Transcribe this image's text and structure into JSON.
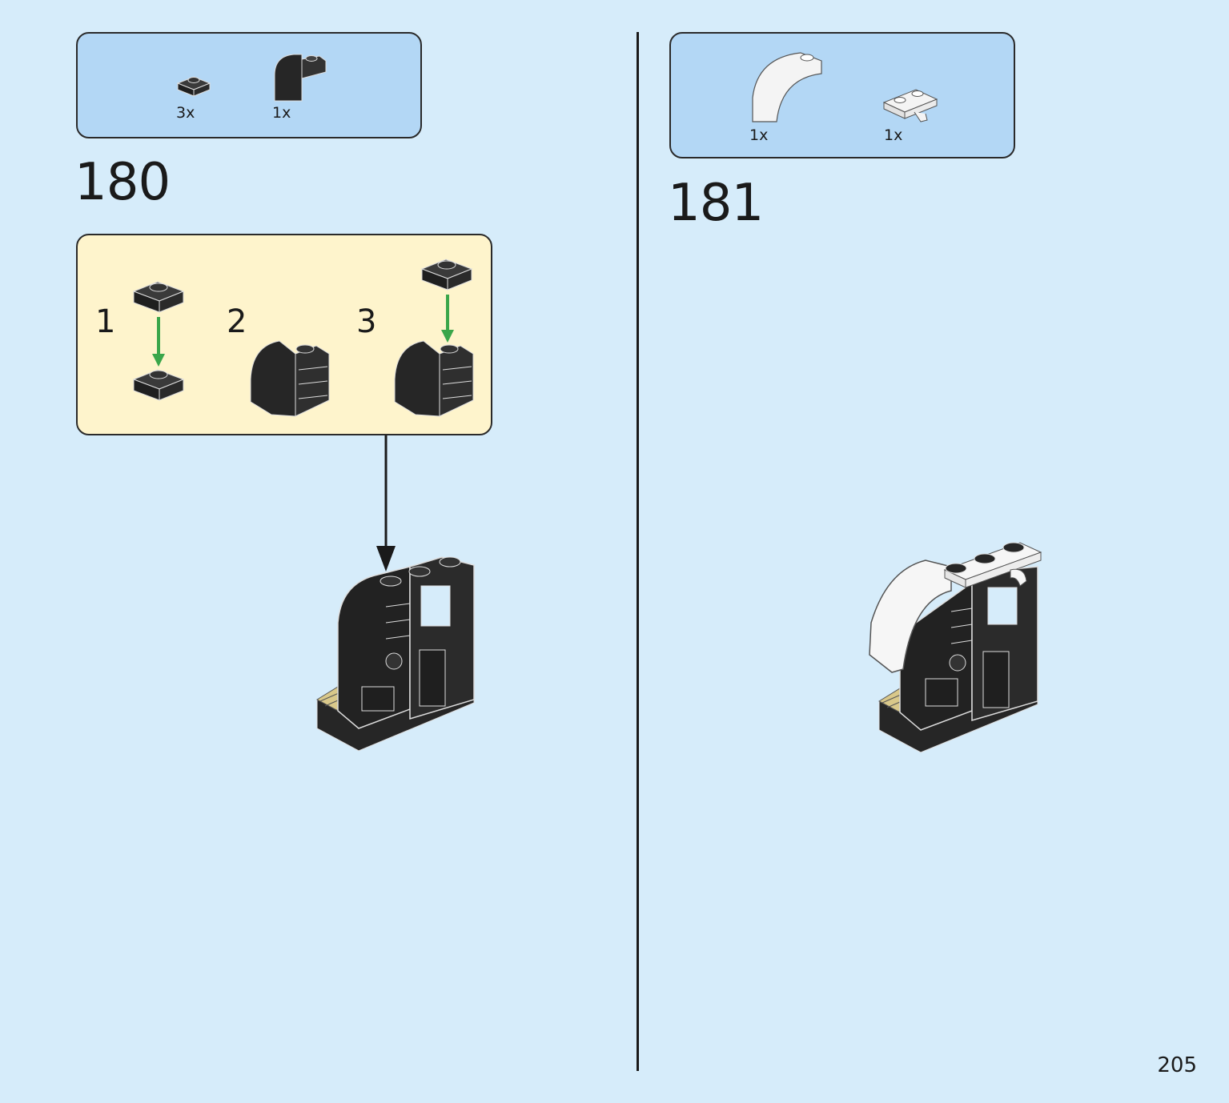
{
  "steps": [
    {
      "number": "180",
      "parts": [
        {
          "qty": "3x",
          "icon": "black-plate-1x1-icon"
        },
        {
          "qty": "1x",
          "icon": "black-curved-brick-icon"
        }
      ],
      "substeps": [
        {
          "label": "1"
        },
        {
          "label": "2"
        },
        {
          "label": "3"
        }
      ]
    },
    {
      "number": "181",
      "parts": [
        {
          "qty": "1x",
          "icon": "white-arch-icon"
        },
        {
          "qty": "1x",
          "icon": "white-clip-plate-icon"
        }
      ]
    }
  ],
  "page_number": "205",
  "colors": {
    "page_background": "#d6ecfa",
    "parts_box": "#b3d7f5",
    "substep_box": "#fef4cc",
    "brick_black": "#2b2b2b",
    "arrow_green": "#3aa64a"
  }
}
